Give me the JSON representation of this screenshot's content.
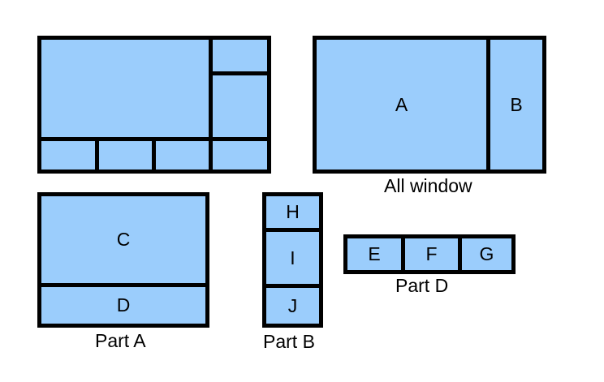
{
  "page": {
    "title": "Window layout regions diagram",
    "background_color": "#ffffff",
    "fill_color": "#9BCDFC",
    "stroke_color": "#000000"
  },
  "diagrams": [
    {
      "id": "skeleton",
      "name": "window-layout-skeleton",
      "caption": "",
      "cells": [
        {
          "label": "",
          "name": "skeleton-main-region"
        },
        {
          "label": "",
          "name": "skeleton-side-top-region"
        },
        {
          "label": "",
          "name": "skeleton-side-middle-region"
        },
        {
          "label": "",
          "name": "skeleton-bottom-region-1"
        },
        {
          "label": "",
          "name": "skeleton-bottom-region-2"
        },
        {
          "label": "",
          "name": "skeleton-bottom-region-3"
        },
        {
          "label": "",
          "name": "skeleton-bottom-region-4"
        }
      ]
    },
    {
      "id": "allwindow",
      "name": "all-window",
      "caption": "All window",
      "cells": [
        {
          "label": "A",
          "name": "region-a"
        },
        {
          "label": "B",
          "name": "region-b"
        }
      ]
    },
    {
      "id": "parta",
      "name": "part-a",
      "caption": "Part A",
      "cells": [
        {
          "label": "C",
          "name": "region-c"
        },
        {
          "label": "D",
          "name": "region-d"
        }
      ]
    },
    {
      "id": "partb",
      "name": "part-b",
      "caption": "Part B",
      "cells": [
        {
          "label": "H",
          "name": "region-h"
        },
        {
          "label": "I",
          "name": "region-i"
        },
        {
          "label": "J",
          "name": "region-j"
        }
      ]
    },
    {
      "id": "partd",
      "name": "part-d",
      "caption": "Part D",
      "cells": [
        {
          "label": "E",
          "name": "region-e"
        },
        {
          "label": "F",
          "name": "region-f"
        },
        {
          "label": "G",
          "name": "region-g"
        }
      ]
    }
  ]
}
